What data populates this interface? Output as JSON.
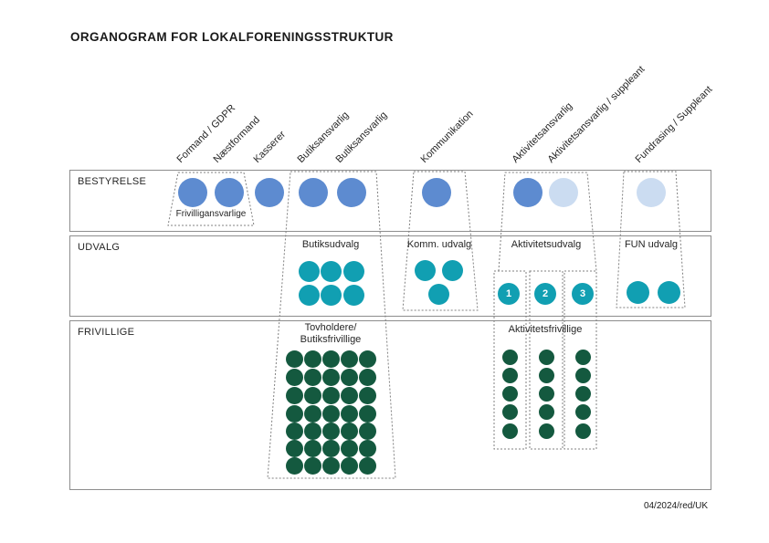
{
  "title": "ORGANOGRAM FOR LOKALFORENINGSSTRUKTUR",
  "footer_note": "04/2024/red/UK",
  "colors": {
    "board_member": "#5d8bd0",
    "board_substitute": "#cbdcf1",
    "committee": "#119fb2",
    "volunteer": "#14593f",
    "outline": "#7f7f7f"
  },
  "rows": {
    "board": "BESTYRELSE",
    "committees": "UDVALG",
    "volunteers": "FRIVILLIGE"
  },
  "board": {
    "group_label": "Frivilligansvarlige",
    "roles": [
      {
        "label": "Formand / GDPR",
        "shade": "member"
      },
      {
        "label": "Næstformand",
        "shade": "member"
      },
      {
        "label": "Kasserer",
        "shade": "member"
      },
      {
        "label": "Butiksansvarlig",
        "shade": "member"
      },
      {
        "label": "Butiksansvarlig",
        "shade": "member"
      },
      {
        "label": "Kommunikation",
        "shade": "member"
      },
      {
        "label": "Aktivitetsansvarlig",
        "shade": "member"
      },
      {
        "label": "Aktivitetsansvarlig / suppleant",
        "shade": "substitute"
      },
      {
        "label": "Fundrasing / Suppleant",
        "shade": "substitute"
      }
    ]
  },
  "committees": {
    "butik": {
      "name": "Butiksudvalg",
      "members": 6
    },
    "komm": {
      "name": "Komm. udvalg",
      "members": 3
    },
    "aktivitet": {
      "name": "Aktivitetsudvalg",
      "teams": [
        "1",
        "2",
        "3"
      ]
    },
    "fun": {
      "name": "FUN udvalg",
      "members": 2
    }
  },
  "volunteers": {
    "butik": {
      "name_line1": "Tovholdere/",
      "name_line2": "Butiksfrivillige",
      "rows": 7,
      "cols": 5
    },
    "aktivitet": {
      "name": "Aktivitetsfrivillige",
      "teams": 3,
      "per_team": 5
    }
  }
}
